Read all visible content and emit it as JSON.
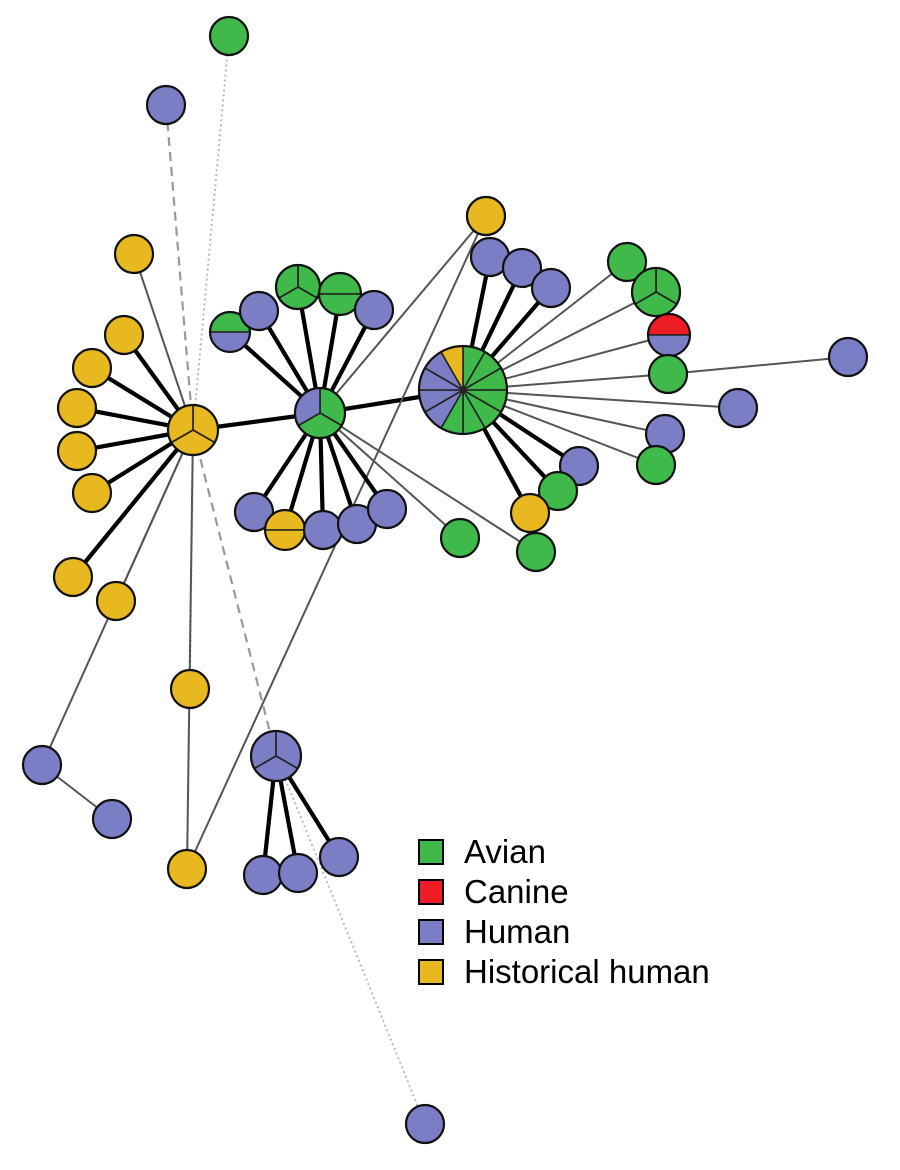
{
  "colors": {
    "avian": "#3fba4a",
    "canine": "#ee1c24",
    "human": "#7b7ec4",
    "historical": "#e8b820"
  },
  "legend": [
    {
      "key": "avian",
      "label": "Avian"
    },
    {
      "key": "canine",
      "label": "Canine"
    },
    {
      "key": "human",
      "label": "Human"
    },
    {
      "key": "historical",
      "label": "Historical human"
    }
  ],
  "nodes": [
    {
      "id": "A",
      "slices": [
        "historical",
        "historical",
        "historical"
      ]
    },
    {
      "id": "B",
      "slices": [
        "avian",
        "avian",
        "human"
      ]
    },
    {
      "id": "C",
      "slices": [
        "avian",
        "avian",
        "avian",
        "avian",
        "avian",
        "avian",
        "avian",
        "human",
        "human",
        "human",
        "human",
        "historical"
      ]
    },
    {
      "id": "D",
      "slices": [
        "human",
        "human",
        "human"
      ]
    },
    {
      "id": "n1",
      "slices": [
        "avian"
      ]
    },
    {
      "id": "n2",
      "slices": [
        "human"
      ]
    },
    {
      "id": "n3",
      "slices": [
        "historical"
      ]
    },
    {
      "id": "n4",
      "slices": [
        "historical"
      ]
    },
    {
      "id": "n5",
      "slices": [
        "historical"
      ]
    },
    {
      "id": "n6",
      "slices": [
        "historical"
      ]
    },
    {
      "id": "n7",
      "slices": [
        "historical"
      ]
    },
    {
      "id": "n8",
      "slices": [
        "historical"
      ]
    },
    {
      "id": "n9",
      "slices": [
        "historical"
      ]
    },
    {
      "id": "n10",
      "slices": [
        "historical"
      ]
    },
    {
      "id": "n11",
      "slices": [
        "human"
      ]
    },
    {
      "id": "n12",
      "slices": [
        "human"
      ]
    },
    {
      "id": "n13",
      "slices": [
        "historical"
      ]
    },
    {
      "id": "n14",
      "slices": [
        "historical"
      ]
    },
    {
      "id": "n15",
      "slices": [
        "historical"
      ]
    },
    {
      "id": "b1",
      "slices": [
        "avian",
        "human"
      ]
    },
    {
      "id": "b2",
      "slices": [
        "human"
      ]
    },
    {
      "id": "b3",
      "slices": [
        "avian",
        "avian",
        "avian"
      ]
    },
    {
      "id": "b4",
      "slices": [
        "avian",
        "avian"
      ]
    },
    {
      "id": "b5",
      "slices": [
        "human"
      ]
    },
    {
      "id": "b6",
      "slices": [
        "human"
      ]
    },
    {
      "id": "b7",
      "slices": [
        "historical",
        "historical"
      ]
    },
    {
      "id": "b8",
      "slices": [
        "human"
      ]
    },
    {
      "id": "b9",
      "slices": [
        "human"
      ]
    },
    {
      "id": "b10",
      "slices": [
        "human"
      ]
    },
    {
      "id": "b11",
      "slices": [
        "avian"
      ]
    },
    {
      "id": "b12",
      "slices": [
        "avian"
      ]
    },
    {
      "id": "c1",
      "slices": [
        "historical"
      ]
    },
    {
      "id": "c2",
      "slices": [
        "human"
      ]
    },
    {
      "id": "c3",
      "slices": [
        "human"
      ]
    },
    {
      "id": "c4",
      "slices": [
        "human"
      ]
    },
    {
      "id": "c5",
      "slices": [
        "avian"
      ]
    },
    {
      "id": "c6",
      "slices": [
        "avian",
        "avian",
        "avian"
      ]
    },
    {
      "id": "c7",
      "slices": [
        "canine",
        "human"
      ]
    },
    {
      "id": "c8",
      "slices": [
        "avian"
      ]
    },
    {
      "id": "c9",
      "slices": [
        "human"
      ]
    },
    {
      "id": "c10",
      "slices": [
        "human"
      ]
    },
    {
      "id": "c11",
      "slices": [
        "human"
      ]
    },
    {
      "id": "c12",
      "slices": [
        "avian"
      ]
    },
    {
      "id": "c13",
      "slices": [
        "human"
      ]
    },
    {
      "id": "c14",
      "slices": [
        "avian"
      ]
    },
    {
      "id": "c15",
      "slices": [
        "historical"
      ]
    },
    {
      "id": "d1",
      "slices": [
        "human"
      ]
    },
    {
      "id": "d2",
      "slices": [
        "human"
      ]
    },
    {
      "id": "d3",
      "slices": [
        "human"
      ]
    },
    {
      "id": "n16",
      "slices": [
        "human"
      ]
    }
  ],
  "edges": [
    {
      "from": "A",
      "to": "B",
      "style": "thick"
    },
    {
      "from": "B",
      "to": "C",
      "style": "thick"
    },
    {
      "from": "A",
      "to": "n1",
      "style": "dotted"
    },
    {
      "from": "A",
      "to": "n2",
      "style": "dashed"
    },
    {
      "from": "A",
      "to": "n3",
      "style": "thin"
    },
    {
      "from": "A",
      "to": "n4",
      "style": "thick"
    },
    {
      "from": "A",
      "to": "n5",
      "style": "thick"
    },
    {
      "from": "A",
      "to": "n6",
      "style": "thick"
    },
    {
      "from": "A",
      "to": "n7",
      "style": "thick"
    },
    {
      "from": "A",
      "to": "n8",
      "style": "thick"
    },
    {
      "from": "A",
      "to": "n9",
      "style": "thick"
    },
    {
      "from": "A",
      "to": "n10",
      "style": "thin"
    },
    {
      "from": "A",
      "to": "n11",
      "style": "thin"
    },
    {
      "from": "n11",
      "to": "n12",
      "style": "thin"
    },
    {
      "from": "A",
      "to": "n13",
      "style": "dotted"
    },
    {
      "from": "A",
      "to": "n14",
      "style": "thin"
    },
    {
      "from": "n14",
      "to": "n15",
      "style": "thin"
    },
    {
      "from": "A",
      "to": "D",
      "style": "dashed"
    },
    {
      "from": "B",
      "to": "b1",
      "style": "thick"
    },
    {
      "from": "B",
      "to": "b2",
      "style": "thick"
    },
    {
      "from": "B",
      "to": "b3",
      "style": "thick"
    },
    {
      "from": "B",
      "to": "b4",
      "style": "thick"
    },
    {
      "from": "B",
      "to": "b5",
      "style": "thick"
    },
    {
      "from": "B",
      "to": "b6",
      "style": "thick"
    },
    {
      "from": "B",
      "to": "b7",
      "style": "thick"
    },
    {
      "from": "B",
      "to": "b8",
      "style": "thick"
    },
    {
      "from": "B",
      "to": "b9",
      "style": "thick"
    },
    {
      "from": "B",
      "to": "b10",
      "style": "thick"
    },
    {
      "from": "B",
      "to": "b11",
      "style": "thin"
    },
    {
      "from": "B",
      "to": "b12",
      "style": "thin"
    },
    {
      "from": "B",
      "to": "c1",
      "style": "thin"
    },
    {
      "from": "C",
      "to": "c2",
      "style": "thick"
    },
    {
      "from": "C",
      "to": "c3",
      "style": "thick"
    },
    {
      "from": "C",
      "to": "c4",
      "style": "thick"
    },
    {
      "from": "C",
      "to": "c5",
      "style": "thin"
    },
    {
      "from": "C",
      "to": "c6",
      "style": "thin"
    },
    {
      "from": "C",
      "to": "c7",
      "style": "thin"
    },
    {
      "from": "C",
      "to": "c8",
      "style": "thin"
    },
    {
      "from": "c8",
      "to": "c9",
      "style": "thin"
    },
    {
      "from": "C",
      "to": "c10",
      "style": "thin"
    },
    {
      "from": "C",
      "to": "c11",
      "style": "thin"
    },
    {
      "from": "C",
      "to": "c12",
      "style": "thin"
    },
    {
      "from": "C",
      "to": "c13",
      "style": "thick"
    },
    {
      "from": "C",
      "to": "c14",
      "style": "thick"
    },
    {
      "from": "C",
      "to": "c15",
      "style": "thick"
    },
    {
      "from": "D",
      "to": "d1",
      "style": "thick"
    },
    {
      "from": "D",
      "to": "d2",
      "style": "thick"
    },
    {
      "from": "D",
      "to": "d3",
      "style": "thick"
    },
    {
      "from": "D",
      "to": "n16",
      "style": "dotted"
    }
  ]
}
